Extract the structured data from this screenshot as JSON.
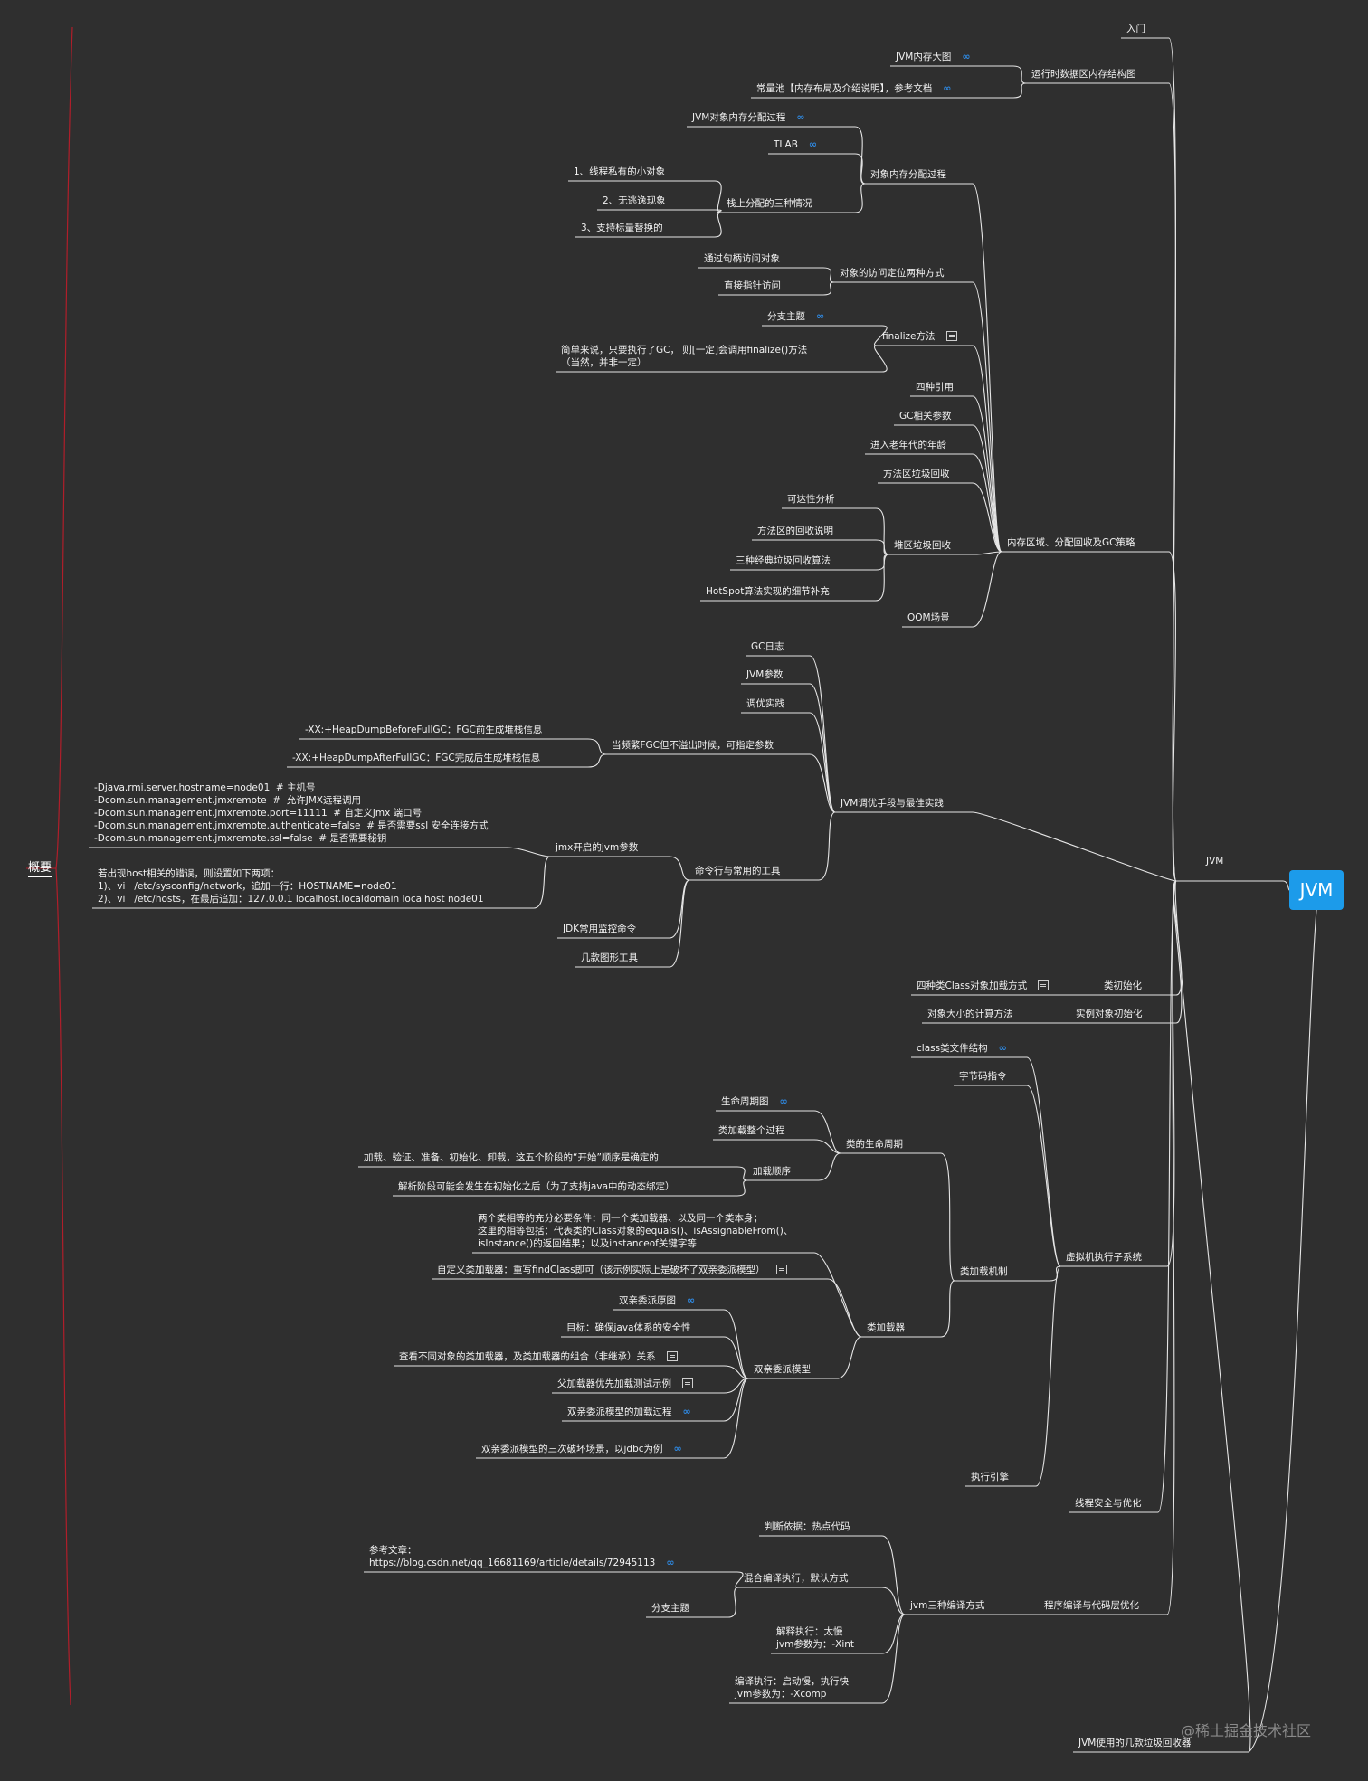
{
  "root": {
    "label": "JVM"
  },
  "overview": {
    "label": "概要"
  },
  "main_branch": {
    "label": "JVM"
  },
  "watermark": "@稀土掘金技术社区",
  "nodes": [
    {
      "id": "intro",
      "label": "入门"
    },
    {
      "id": "runtime",
      "label": "运行时数据区内存结构图"
    },
    {
      "id": "bigmap",
      "label": "JVM内存大图",
      "icon": "link"
    },
    {
      "id": "constpool",
      "label": "常量池【内存布局及介绍说明】，参考文档",
      "icon": "link"
    },
    {
      "id": "objalloc",
      "label": "对象内存分配过程"
    },
    {
      "id": "allocproc",
      "label": "JVM对象内存分配过程",
      "icon": "link"
    },
    {
      "id": "tlab",
      "label": "TLAB",
      "icon": "link"
    },
    {
      "id": "stack3",
      "label": "栈上分配的三种情况"
    },
    {
      "id": "s1",
      "label": "1、线程私有的小对象"
    },
    {
      "id": "s2",
      "label": "2、无逃逸现象"
    },
    {
      "id": "s3",
      "label": "3、支持标量替换的"
    },
    {
      "id": "access",
      "label": "对象的访问定位两种方式"
    },
    {
      "id": "handle",
      "label": "通过句柄访问对象"
    },
    {
      "id": "direct",
      "label": "直接指针访问"
    },
    {
      "id": "finalize",
      "label": "finalize方法",
      "icon": "note"
    },
    {
      "id": "fbranch",
      "label": "分支主题",
      "icon": "link"
    },
    {
      "id": "fdesc",
      "label": "简单来说，只要执行了GC， 则[一定]会调用finalize()方法\n（当然，并非一定）"
    },
    {
      "id": "ref4",
      "label": "四种引用"
    },
    {
      "id": "gcparam",
      "label": "GC相关参数"
    },
    {
      "id": "oldage",
      "label": "进入老年代的年龄"
    },
    {
      "id": "methodgc",
      "label": "方法区垃圾回收"
    },
    {
      "id": "heapgc",
      "label": "堆区垃圾回收"
    },
    {
      "id": "reach",
      "label": "可达性分析"
    },
    {
      "id": "methodrec",
      "label": "方法区的回收说明"
    },
    {
      "id": "algo3",
      "label": "三种经典垃圾回收算法"
    },
    {
      "id": "hotspot",
      "label": "HotSpot算法实现的细节补充"
    },
    {
      "id": "oom",
      "label": "OOM场景"
    },
    {
      "id": "memgc",
      "label": "内存区域、分配回收及GC策略"
    },
    {
      "id": "tuning",
      "label": "JVM调优手段与最佳实践"
    },
    {
      "id": "gclog",
      "label": "GC日志"
    },
    {
      "id": "jvmparam",
      "label": "JVM参数"
    },
    {
      "id": "tunepractice",
      "label": "调优实践"
    },
    {
      "id": "fgc",
      "label": "当频繁FGC但不溢出时候，可指定参数"
    },
    {
      "id": "hdbefore",
      "label": "-XX:+HeapDumpBeforeFullGC：FGC前生成堆栈信息"
    },
    {
      "id": "hdafter",
      "label": "-XX:+HeapDumpAfterFullGC：FGC完成后生成堆栈信息"
    },
    {
      "id": "cmdtools",
      "label": "命令行与常用的工具"
    },
    {
      "id": "jmx",
      "label": "jmx开启的jvm参数"
    },
    {
      "id": "jmxopts",
      "label": "-Djava.rmi.server.hostname=node01  # 主机号\n-Dcom.sun.management.jmxremote  #  允许JMX远程调用\n-Dcom.sun.management.jmxremote.port=11111  # 自定义jmx 端口号\n-Dcom.sun.management.jmxremote.authenticate=false  # 是否需要ssl 安全连接方式\n-Dcom.sun.management.jmxremote.ssl=false  # 是否需要秘钥"
    },
    {
      "id": "hostfix",
      "label": "若出现host相关的错误，则设置如下两项：\n1)、vi   /etc/sysconfig/network，追加一行：HOSTNAME=node01\n2)、vi   /etc/hosts，在最后追加：127.0.0.1 localhost.localdomain localhost node01"
    },
    {
      "id": "jdkcmd",
      "label": "JDK常用监控命令"
    },
    {
      "id": "guitools",
      "label": "几款图形工具"
    },
    {
      "id": "classinit",
      "label": "类初始化"
    },
    {
      "id": "load4",
      "label": "四种类Class对象加载方式",
      "icon": "note"
    },
    {
      "id": "instinit",
      "label": "实例对象初始化"
    },
    {
      "id": "sizecalc",
      "label": "对象大小的计算方法"
    },
    {
      "id": "execsys",
      "label": "虚拟机执行子系统"
    },
    {
      "id": "classfile",
      "label": "class类文件结构",
      "icon": "link"
    },
    {
      "id": "bytecode",
      "label": "字节码指令"
    },
    {
      "id": "loadmech",
      "label": "类加载机制"
    },
    {
      "id": "lifecycle",
      "label": "类的生命周期"
    },
    {
      "id": "lcchart",
      "label": "生命周期图",
      "icon": "link"
    },
    {
      "id": "lcproc",
      "label": "类加载整个过程"
    },
    {
      "id": "loadorder",
      "label": "加载顺序"
    },
    {
      "id": "order1",
      "label": "加载、验证、准备、初始化、卸载，这五个阶段的“开始”顺序是确定的"
    },
    {
      "id": "order2",
      "label": "解析阶段可能会发生在初始化之后（为了支持java中的动态绑定）"
    },
    {
      "id": "loader",
      "label": "类加载器"
    },
    {
      "id": "equalcond",
      "label": "两个类相等的充分必要条件：同一个类加载器、以及同一个类本身；\n这里的相等包括：代表类的Class对象的equals()、isAssignableFrom()、\nisInstance()的返回结果；以及instanceof关键字等"
    },
    {
      "id": "customloader",
      "label": "自定义类加载器：重写findClass即可（该示例实际上是破坏了双亲委派模型）",
      "icon": "note"
    },
    {
      "id": "parentmodel",
      "label": "双亲委派模型"
    },
    {
      "id": "pm1",
      "label": "双亲委派原图",
      "icon": "link"
    },
    {
      "id": "pm2",
      "label": "目标：确保java体系的安全性"
    },
    {
      "id": "pm3",
      "label": "查看不同对象的类加载器，及类加载器的组合（非继承）关系",
      "icon": "note"
    },
    {
      "id": "pm4",
      "label": "父加载器优先加载测试示例",
      "icon": "note"
    },
    {
      "id": "pm5",
      "label": "双亲委派模型的加载过程",
      "icon": "link"
    },
    {
      "id": "pm6",
      "label": "双亲委派模型的三次破坏场景，以jdbc为例",
      "icon": "link"
    },
    {
      "id": "engine",
      "label": "执行引擎"
    },
    {
      "id": "threadsafe",
      "label": "线程安全与优化"
    },
    {
      "id": "compileopt",
      "label": "程序编译与代码层优化"
    },
    {
      "id": "jit3",
      "label": "jvm三种编译方式"
    },
    {
      "id": "hotcode",
      "label": "判断依据：热点代码"
    },
    {
      "id": "mixed",
      "label": "混合编译执行，默认方式"
    },
    {
      "id": "refart",
      "label": "参考文章：\nhttps://blog.csdn.net/qq_16681169/article/details/72945113",
      "icon": "link"
    },
    {
      "id": "cbranch",
      "label": "分支主题"
    },
    {
      "id": "interp",
      "label": "解释执行：太慢\njvm参数为：-Xint"
    },
    {
      "id": "compiled",
      "label": "编译执行：启动慢，执行快\njvm参数为：-Xcomp"
    },
    {
      "id": "gcs",
      "label": "JVM使用的几款垃圾回收器"
    }
  ],
  "colors": {
    "background": "#2f2f2f",
    "line": "#e6e6e6",
    "root": "#1c9bea",
    "overview_line": "#b01e2a",
    "icon_link": "#2f88e0"
  }
}
